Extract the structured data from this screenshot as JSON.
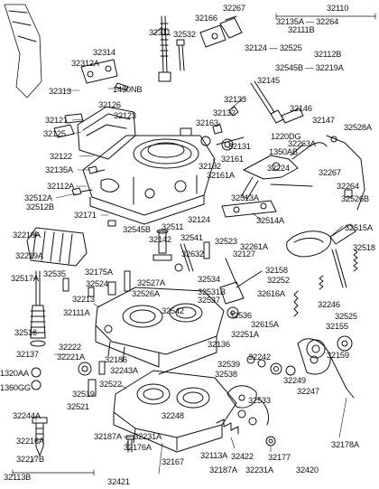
{
  "labels": {
    "l1": "32110",
    "l2": "32135A — 32264",
    "l3": "32267",
    "l4": "32166",
    "l5": "32111B",
    "l6": "32124 — 32525",
    "l7": "32112B",
    "l8": "32545B — 32219A",
    "l9": "32311",
    "l10": "32532",
    "l11": "32314",
    "l12": "32312A",
    "l13": "1430NB",
    "l14": "32313",
    "l15": "32126",
    "l16": "32123",
    "l17": "32121",
    "l18": "32125",
    "l19": "32122",
    "l20": "32135A",
    "l21": "32112A",
    "l22": "32512A",
    "l23": "32512B",
    "l24": "32171",
    "l25": "32545B",
    "l26": "32511",
    "l27": "32142",
    "l28": "32145",
    "l29": "32133",
    "l30": "32132",
    "l31": "32163",
    "l32": "32146",
    "l33": "32147",
    "l34": "1220DG",
    "l35": "32528A",
    "l36": "1350AB",
    "l37": "32263A",
    "l38": "32131",
    "l39": "32162",
    "l40": "32161A",
    "l41": "32161",
    "l42": "32224",
    "l43": "32267",
    "l44": "32264",
    "l45": "32526B",
    "l46": "32515A",
    "l47": "32513A",
    "l48": "32514A",
    "l49": "32518",
    "l50": "32261A",
    "l51": "32127",
    "l52": "32523",
    "l53": "32124",
    "l54": "32541",
    "l55": "32632",
    "l56": "32218A",
    "l57": "32219A",
    "l58": "32517A",
    "l59": "32535",
    "l60": "32175A",
    "l61": "32524",
    "l62": "32213",
    "l63": "32111A",
    "l64": "32516",
    "l65": "32137",
    "l66": "32527A",
    "l67": "32526A",
    "l68": "32542",
    "l69": "32534",
    "l70": "32531B",
    "l71": "32537",
    "l72": "32158",
    "l73": "32252",
    "l74": "32616A",
    "l75": "32536",
    "l76": "32615A",
    "l77": "32251A",
    "l78": "32136",
    "l79": "32246",
    "l80": "32525",
    "l81": "32155",
    "l82": "32159",
    "l83": "32222",
    "l84": "32221A",
    "l85": "32186",
    "l86": "32243A",
    "l87": "1320AA",
    "l88": "1360GG",
    "l89": "32519",
    "l90": "32522",
    "l91": "32521",
    "l92": "32539",
    "l93": "32538",
    "l94": "32242",
    "l95": "32249",
    "l96": "32533",
    "l97": "32247",
    "l98": "32244A",
    "l99": "32216A",
    "l100": "32217B",
    "l101": "32113B",
    "l102": "32187A — 32231A",
    "l103": "32176A",
    "l104": "32421",
    "l105": "32248",
    "l106": "32167",
    "l107": "32113A",
    "l108": "32422",
    "l109": "32177",
    "l110": "32187A",
    "l111": "32231A",
    "l112": "32420",
    "l113": "32178A"
  },
  "colors": {
    "ink": "#111111",
    "background": "#ffffff"
  }
}
